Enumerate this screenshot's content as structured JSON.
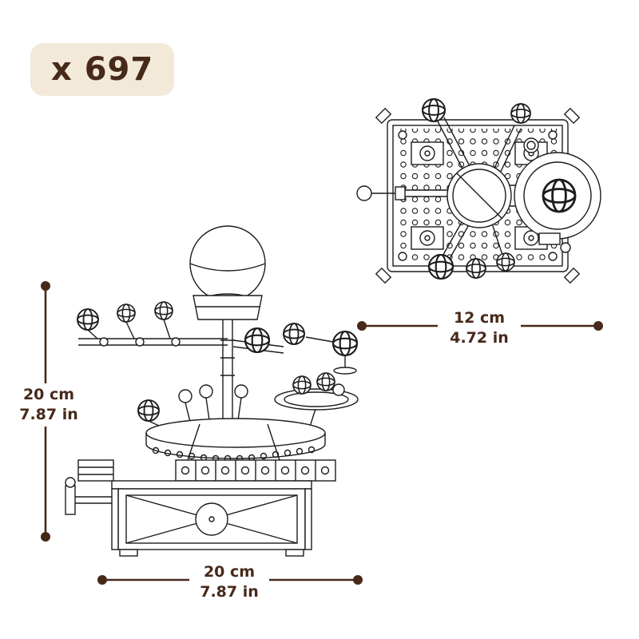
{
  "badge": {
    "label": "x 697"
  },
  "colors": {
    "accent_brown": "#47291a",
    "badge_background": "#f3e9d8",
    "line_art": "#1c1c1c",
    "background": "#ffffff"
  },
  "dimensions": {
    "height": {
      "cm": "20 cm",
      "inch": "7.87 in"
    },
    "width": {
      "cm": "20 cm",
      "inch": "7.87 in"
    },
    "top_width": {
      "cm": "12 cm",
      "inch": "4.72 in"
    }
  },
  "drawings": {
    "front_view": "orrery-front-view-line-drawing",
    "top_view": "orrery-top-view-line-drawing"
  }
}
